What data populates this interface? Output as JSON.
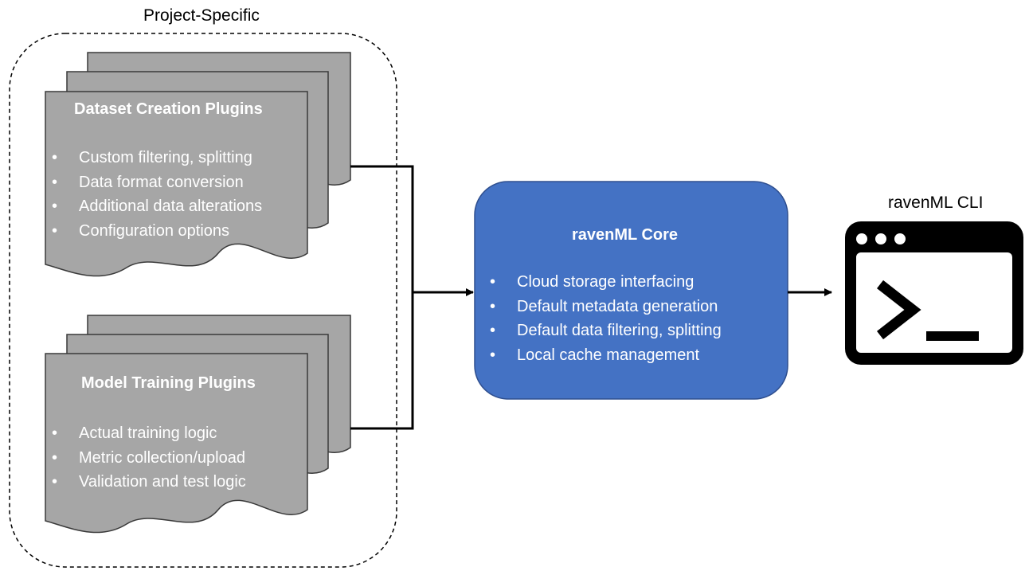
{
  "group": {
    "label": "Project-Specific"
  },
  "dataset_plugins": {
    "title": "Dataset Creation Plugins",
    "bullets": [
      "Custom filtering, splitting",
      "Data format conversion",
      "Additional data alterations",
      "Configuration options"
    ]
  },
  "training_plugins": {
    "title": "Model Training Plugins",
    "bullets": [
      "Actual training logic",
      "Metric collection/upload",
      "Validation and test logic"
    ]
  },
  "core": {
    "title": "ravenML Core",
    "bullets": [
      "Cloud storage interfacing",
      "Default metadata generation",
      "Default data filtering, splitting",
      "Local cache management"
    ]
  },
  "cli": {
    "label": "ravenML CLI",
    "icon": "terminal-window-icon"
  },
  "colors": {
    "plugin_fill": "#a6a6a6",
    "plugin_border": "#3a3a3a",
    "core_fill": "#4472c4",
    "core_border": "#2f4f8f",
    "connector": "#000000",
    "bullet_text": "#ffffff"
  }
}
